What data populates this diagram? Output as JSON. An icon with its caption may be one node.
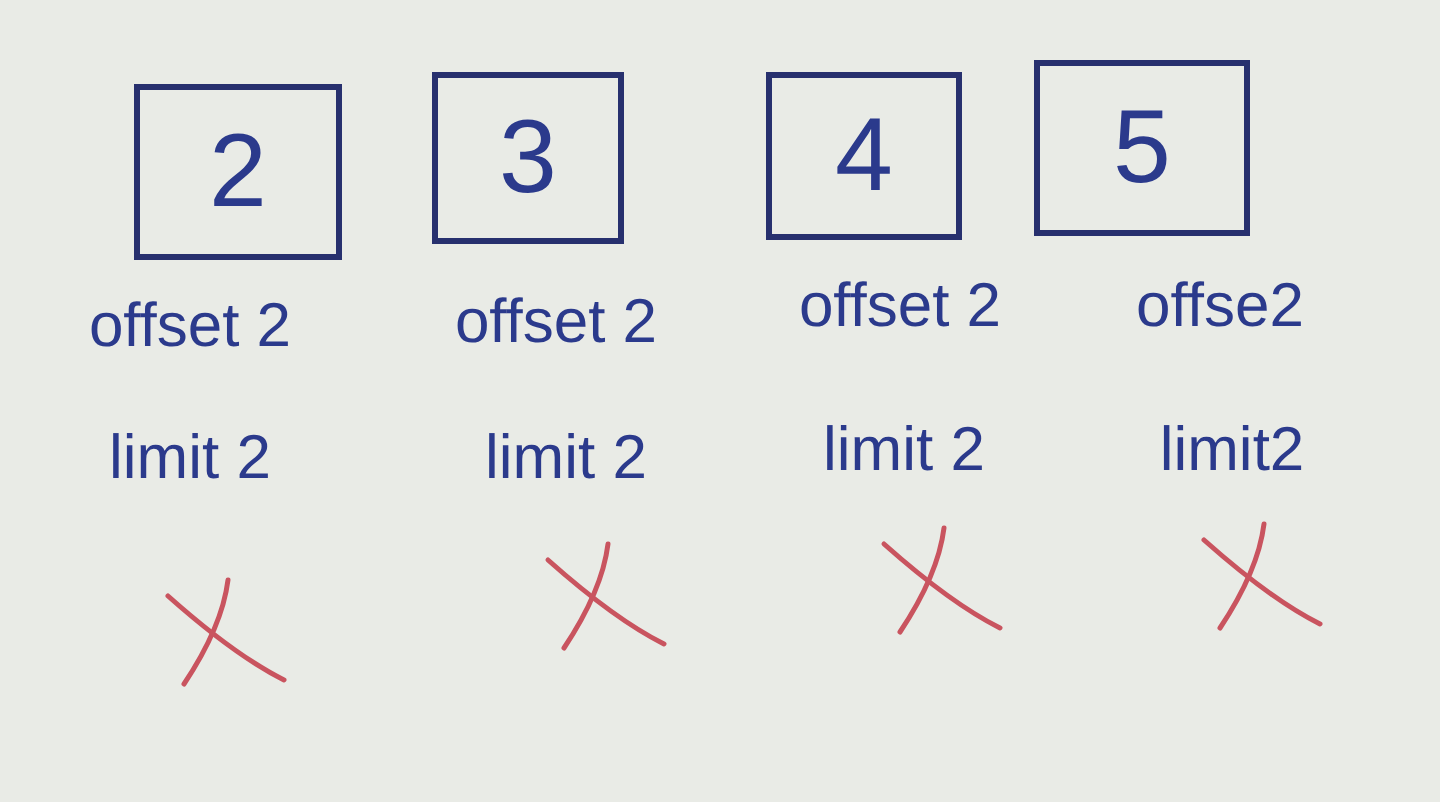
{
  "diagram": {
    "nodes": [
      {
        "text": [
          "2"
        ],
        "beside": [
          "offset 2",
          "limit 2"
        ]
      },
      {
        "text": [
          "3"
        ],
        "beside": [
          "offset 2",
          "limit 2"
        ]
      },
      {
        "text": [
          "4"
        ],
        "beside": [
          "offset 2",
          "limit 2"
        ]
      },
      {
        "text": [
          "5"
        ],
        "beside": [
          "offse2",
          "limit2"
        ]
      }
    ]
  }
}
